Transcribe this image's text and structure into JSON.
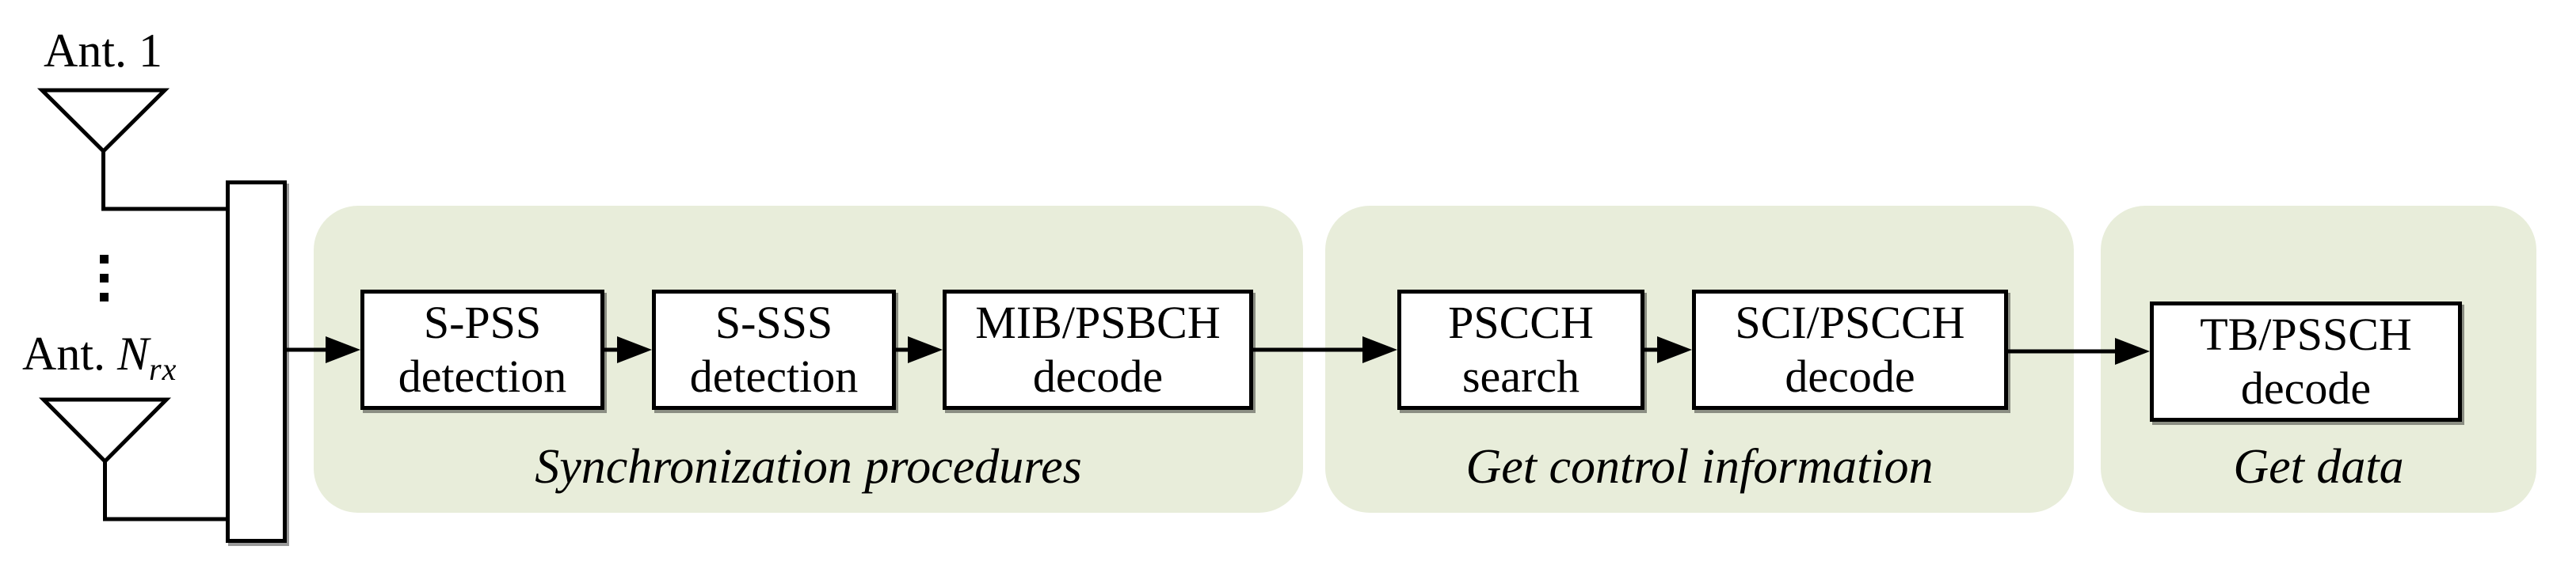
{
  "colors": {
    "bg": "#ffffff",
    "group_fill": "#e8edda",
    "line": "#000000",
    "text": "#000000"
  },
  "antennas": {
    "ant1_label": "Ant. 1",
    "antn_prefix": "Ant. ",
    "antn_symbol": "N",
    "antn_subscript": "rx"
  },
  "icons": {
    "antenna": "antenna-icon",
    "vertical_ellipsis": "⋮",
    "flow_arrow": "arrow-right-icon"
  },
  "groups": [
    {
      "caption": "Synchronization procedures",
      "boxes": [
        {
          "line1": "S-PSS",
          "line2": "detection"
        },
        {
          "line1": "S-SSS",
          "line2": "detection"
        },
        {
          "line1": "MIB/PSBCH",
          "line2": "decode"
        }
      ]
    },
    {
      "caption": "Get control information",
      "boxes": [
        {
          "line1": "PSCCH",
          "line2": "search"
        },
        {
          "line1": "SCI/PSCCH",
          "line2": "decode"
        }
      ]
    },
    {
      "caption": "Get data",
      "boxes": [
        {
          "line1": "TB/PSSCH",
          "line2": "decode"
        }
      ]
    }
  ]
}
